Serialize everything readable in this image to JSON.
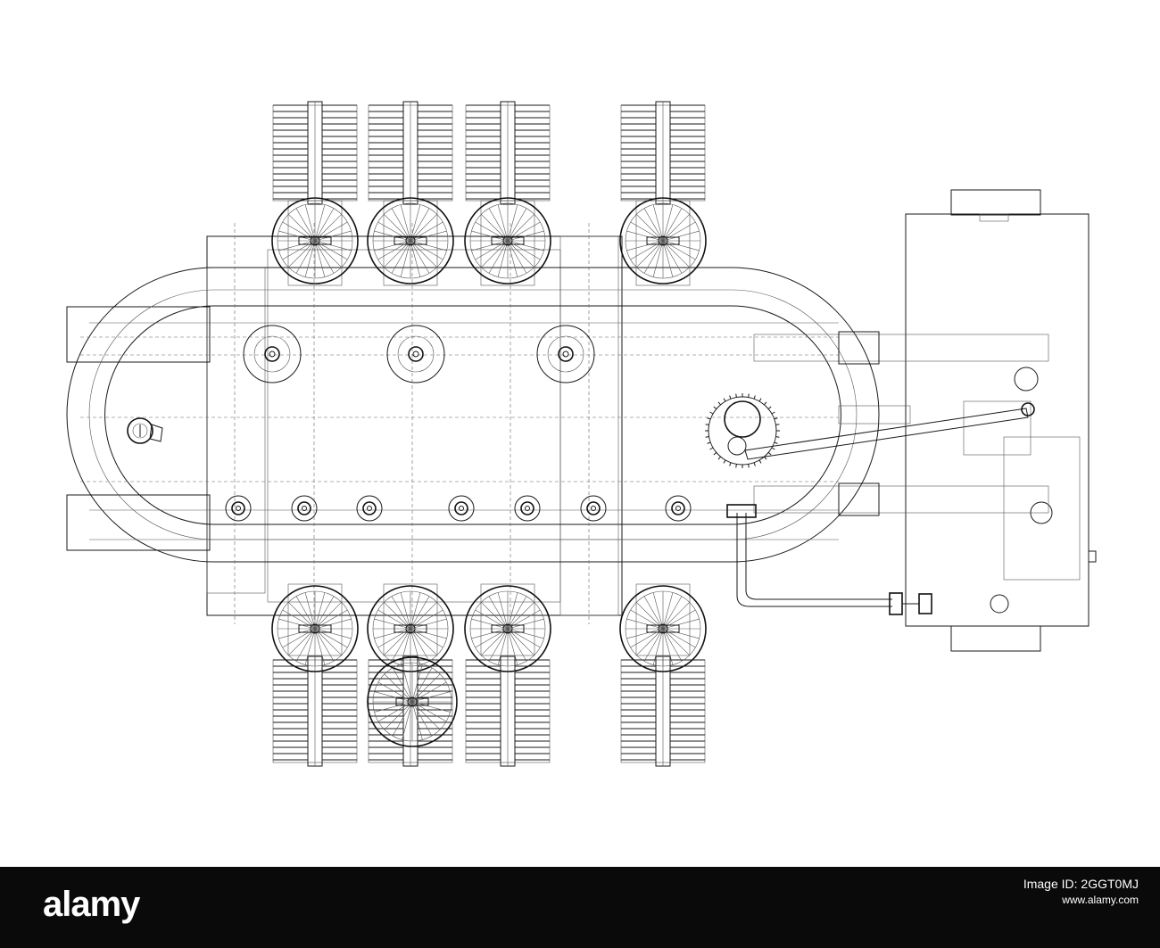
{
  "footer": {
    "brand": "alamy",
    "image_id_label": "Image ID: 2GGT0MJ",
    "website": "www.alamy.com"
  },
  "colors": {
    "line": "#1a1a1a",
    "background": "#ffffff",
    "footer_bg": "#0a0a0a",
    "footer_text": "#ffffff"
  },
  "drawing": {
    "subject": "wireframe plan of industrial rotary bottling machine",
    "icons": [
      "brush-wheel-icon",
      "roller-icon",
      "motor-housing-icon",
      "pipe-icon",
      "gear-icon"
    ]
  }
}
